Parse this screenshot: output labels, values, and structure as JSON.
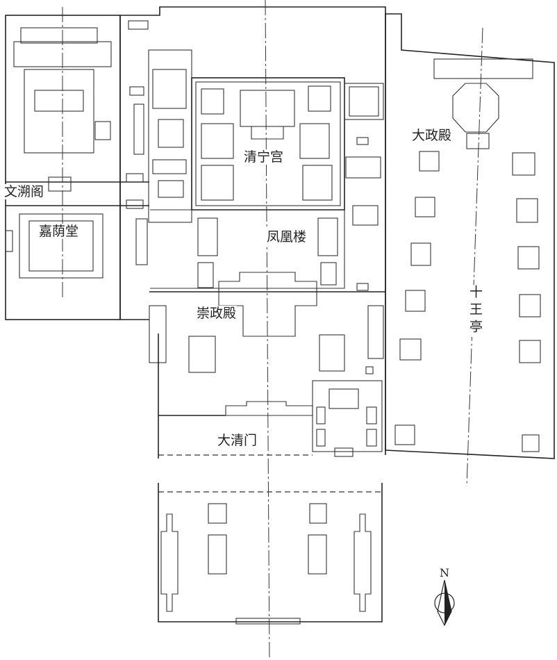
{
  "labels": {
    "wensuge": "文溯阁",
    "jiayintang": "嘉荫堂",
    "qingninggong": "清宁宫",
    "fenghuanglou": "凤凰楼",
    "chongzhengdian": "崇政殿",
    "daqingmen": "大清门",
    "dazhengdian": "大政殿",
    "shiwangting": "十王亭"
  },
  "compass": {
    "north_label": "N"
  }
}
